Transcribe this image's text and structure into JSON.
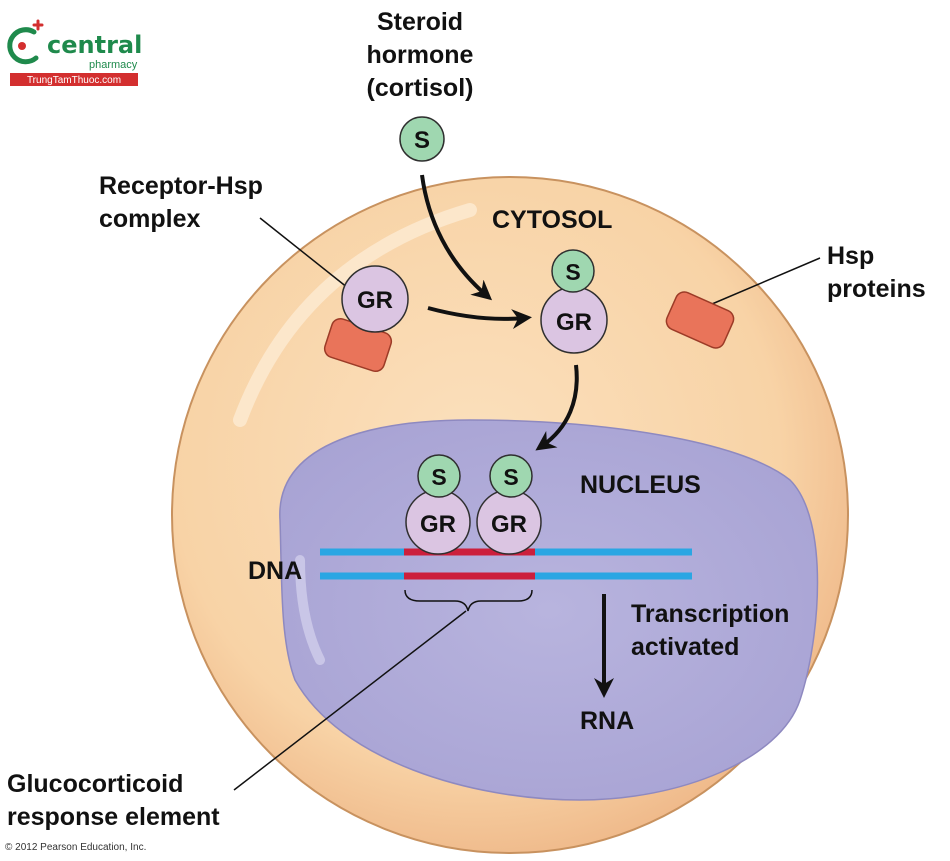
{
  "logo": {
    "brand": "central",
    "sub": "pharmacy",
    "site": "TrungTamThuoc.com",
    "colors": {
      "green": "#1f8a4c",
      "red": "#d32f2f"
    }
  },
  "labels": {
    "steroid_hormone": [
      "Steroid",
      "hormone",
      "(cortisol)"
    ],
    "receptor_complex": [
      "Receptor-Hsp",
      "complex"
    ],
    "cytosol": "CYTOSOL",
    "hsp_proteins": [
      "Hsp",
      "proteins"
    ],
    "nucleus": "NUCLEUS",
    "dna": "DNA",
    "transcription": [
      "Transcription",
      "activated"
    ],
    "rna": "RNA",
    "gre": [
      "Glucocorticoid",
      "response element"
    ]
  },
  "molecules": {
    "steroid": "S",
    "receptor": "GR"
  },
  "colors": {
    "cell": "#f8d3a6",
    "nucleus": "#b2aed9",
    "steroid": "#9fd7b0",
    "receptor": "#dbc5e2",
    "hsp": "#e9745a",
    "dna": "#2aa6e3",
    "gre": "#cc1f3c"
  },
  "copyright": "© 2012 Pearson Education, Inc."
}
